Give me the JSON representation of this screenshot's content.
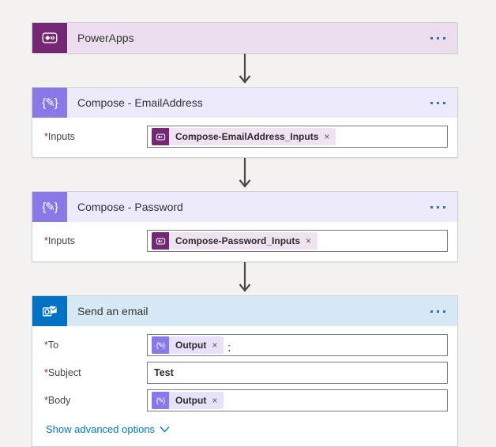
{
  "colors": {
    "page_background": "#f3f2f1",
    "powerapps_brand": "#742774",
    "powerapps_header": "#ecdeee",
    "compose_brand": "#8878e8",
    "compose_header": "#edeafc",
    "outlook_brand": "#0072c6",
    "outlook_header": "#d8e9f6",
    "menu_dots_blue": "#2b72c8",
    "link_blue": "#0078d4",
    "required_red": "#a4262c",
    "arrow_gray": "#4a4846"
  },
  "ui": {
    "required_mark": "*",
    "remove_glyph": "×",
    "compose_icon_glyph": "{✎}"
  },
  "trigger": {
    "title": "PowerApps"
  },
  "compose_email": {
    "title": "Compose - EmailAddress",
    "inputs_label": "Inputs",
    "token_text": "Compose-EmailAddress_Inputs"
  },
  "compose_password": {
    "title": "Compose - Password",
    "inputs_label": "Inputs",
    "token_text": "Compose-Password_Inputs"
  },
  "send_email": {
    "title": "Send an email",
    "to_label": "To",
    "to_token_text": "Output",
    "to_suffix": ";",
    "subject_label": "Subject",
    "subject_value": "Test",
    "body_label": "Body",
    "body_token_text": "Output",
    "advanced_link": "Show advanced options"
  }
}
